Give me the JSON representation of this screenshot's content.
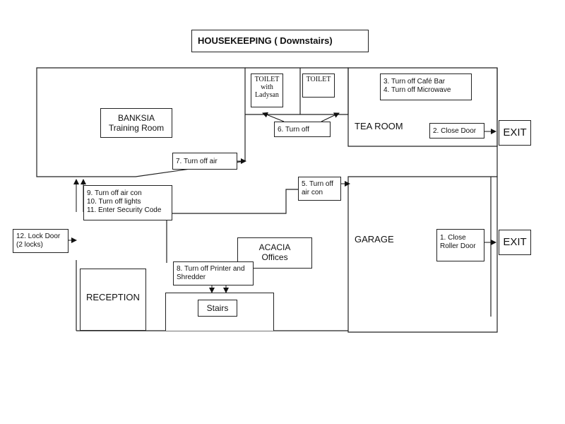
{
  "title": "HOUSEKEEPING ( Downstairs)",
  "rooms": {
    "banksia": "BANKSIA\nTraining Room",
    "toilet_ladysan": "TOILET\nwith\nLadysan",
    "toilet": "TOILET",
    "tea_room": "TEA ROOM",
    "garage": "GARAGE",
    "acacia": "ACACIA\nOffices",
    "reception": "RECEPTION",
    "stairs": "Stairs"
  },
  "exits": {
    "top": "EXIT",
    "bottom": "EXIT"
  },
  "steps": {
    "s1": "1. Close\nRoller Door",
    "s2": "2. Close Door",
    "s3_4": "3. Turn off Café Bar\n4. Turn off Microwave",
    "s5": "5. Turn off\nair con",
    "s6": "6. Turn off",
    "s7": "7. Turn off air",
    "s8": "8. Turn off Printer and\nShredder",
    "s9_11": "9. Turn off air con\n10. Turn off lights\n11. Enter Security Code",
    "s12": "12. Lock Door\n(2 locks)"
  }
}
